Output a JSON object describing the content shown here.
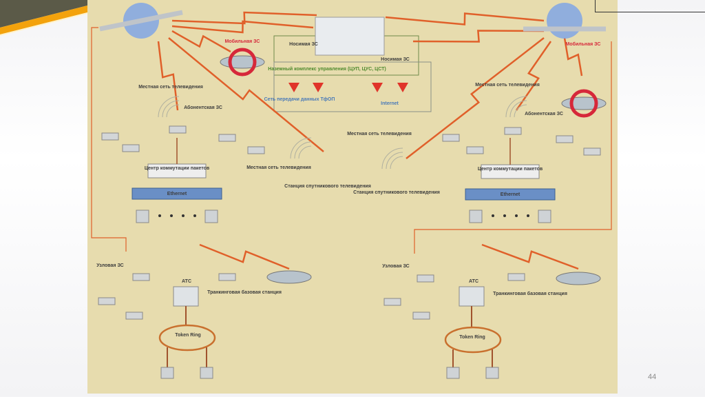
{
  "slide": {
    "page_number": "44",
    "accent_color": "#f3a20c",
    "dark_band_color": "#5b5a48"
  },
  "diagram": {
    "background_color": "#e7dcae",
    "link_color": "#e0602a",
    "labels": [
      {
        "text": "Мобильная ЗС",
        "role": "mobile-es-left"
      },
      {
        "text": "Носимая ЗС",
        "role": "portable-es-1"
      },
      {
        "text": "Носимая ЗС",
        "role": "portable-es-2"
      },
      {
        "text": "Наземный комплекс управления (ЦУП, ЦУС, ЦСТ)",
        "role": "ground-control"
      },
      {
        "text": "Сеть передачи данных ТфОП",
        "role": "data-network"
      },
      {
        "text": "Internet",
        "role": "internet"
      },
      {
        "text": "Местная сеть телевидения",
        "role": "local-tv-left"
      },
      {
        "text": "Абонентская ЗС",
        "role": "subscriber-es-left"
      },
      {
        "text": "Центр коммутации пакетов",
        "role": "packet-center-left"
      },
      {
        "text": "Ethernet",
        "role": "ethernet-left"
      },
      {
        "text": "Местная сеть телевидения",
        "role": "local-tv-mid-left"
      },
      {
        "text": "Станция спутникового телевидения",
        "role": "sat-tv-station-left"
      },
      {
        "text": "Местная сеть телевидения",
        "role": "local-tv-mid-right"
      },
      {
        "text": "Станция спутникового телевидения",
        "role": "sat-tv-station-right"
      },
      {
        "text": "Местная сеть телевидения",
        "role": "local-tv-right"
      },
      {
        "text": "Абонентская ЗС",
        "role": "subscriber-es-right"
      },
      {
        "text": "Мобильная ЗС",
        "role": "mobile-es-right"
      },
      {
        "text": "Центр коммутации пакетов",
        "role": "packet-center-right"
      },
      {
        "text": "Ethernet",
        "role": "ethernet-right"
      },
      {
        "text": "Узловая ЗС",
        "role": "node-es-left"
      },
      {
        "text": "АТС",
        "role": "pbx-left"
      },
      {
        "text": "Транкинговая базовая станция",
        "role": "trunk-station-left"
      },
      {
        "text": "Token Ring",
        "role": "token-ring-left"
      },
      {
        "text": "Узловая ЗС",
        "role": "node-es-right"
      },
      {
        "text": "АТС",
        "role": "pbx-right"
      },
      {
        "text": "Транкинговая базовая станция",
        "role": "trunk-station-right"
      },
      {
        "text": "Token Ring",
        "role": "token-ring-right"
      }
    ]
  }
}
